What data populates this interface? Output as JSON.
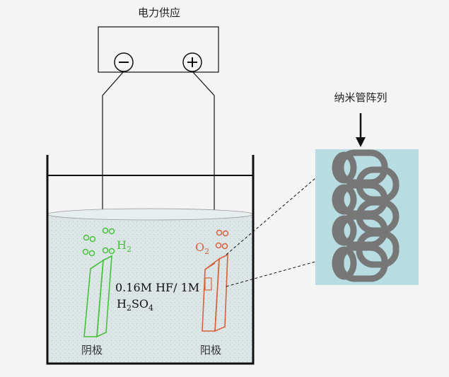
{
  "labels": {
    "power_supply": "电力供应",
    "negative_terminal": "−",
    "positive_terminal": "+",
    "nanotube_array": "纳米管阵列",
    "hydrogen_base": "H",
    "hydrogen_sub": "2",
    "oxygen_base": "O",
    "oxygen_sub": "2",
    "electrolyte_line1": "0.16M HF/ 1M",
    "electrolyte_line2_base": "H",
    "electrolyte_line2_sub1": "2",
    "electrolyte_line2_mid": "SO",
    "electrolyte_line2_sub2": "4",
    "cathode": "阴极",
    "anode": "阳极"
  },
  "colors": {
    "cathode": "#44c23a",
    "anode": "#d8603a",
    "electrolyte": "#dce5e6",
    "inset_background": "#b7dde3",
    "nanotube": "#777777",
    "line": "#111111"
  }
}
